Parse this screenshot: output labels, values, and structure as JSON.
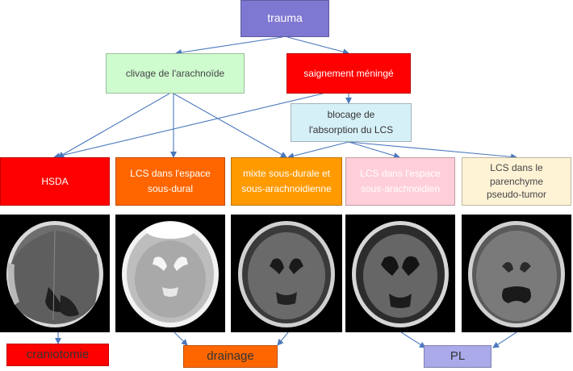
{
  "colors": {
    "purple": "#7f78d2",
    "light_green": "#cffccf",
    "red": "#ff0000",
    "light_blue": "#d6f0f7",
    "dark_orange": "#ff6600",
    "orange": "#ff9a00",
    "pink": "#ffcfd9",
    "cream": "#fff3d6",
    "lavender": "#aaaaea",
    "arrow": "#4a78bd"
  },
  "nodes": {
    "trauma": "trauma",
    "clivage": "clivage de l'arachnoïde",
    "saignement": "saignement méningé",
    "blocage": "blocage de\nl'absorption du LCS",
    "hsda": "HSDA",
    "lcs_sous_dural": "LCS dans l'espace\nsous-dural",
    "mixte": "mixte sous-durale  et\nsous-arachnoidienne",
    "lcs_sous_arach": "LCS dans l'espace\nsous-arachnoidien",
    "lcs_parenchyme": "LCS dans le\nparenchyme\npseudo-tumor",
    "craniotomie": "craniotomie",
    "drainage": "drainage",
    "pl": "PL"
  },
  "scans": [
    {
      "name": "scan-hsda",
      "tone": "dark",
      "description_icon": "ct-scan-icon"
    },
    {
      "name": "scan-sous-dural",
      "tone": "bright",
      "description_icon": "ct-scan-icon"
    },
    {
      "name": "scan-mixte",
      "tone": "dark",
      "description_icon": "ct-scan-icon"
    },
    {
      "name": "scan-sous-arach",
      "tone": "dark",
      "description_icon": "ct-scan-icon"
    },
    {
      "name": "scan-parenchyme",
      "tone": "dark",
      "description_icon": "ct-scan-icon"
    }
  ]
}
